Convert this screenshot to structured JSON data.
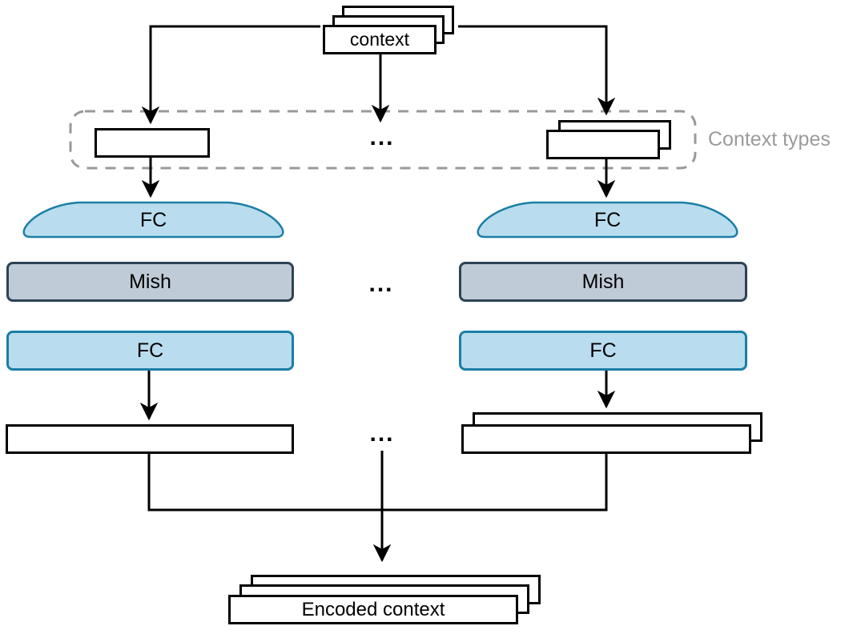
{
  "diagram": {
    "context_stack": {
      "label": "context"
    },
    "context_types_group": {
      "label": "Context types"
    },
    "ellipsis": "...",
    "left_branch": {
      "fc_top": "FC",
      "mish": "Mish",
      "fc_bottom": "FC"
    },
    "right_branch": {
      "fc_top": "FC",
      "mish": "Mish",
      "fc_bottom": "FC"
    },
    "encoded_context": {
      "label": "Encoded context"
    },
    "colors": {
      "fc_fill": "#b9ddee",
      "fc_stroke": "#1b7ea6",
      "mish_fill": "#bfccd8",
      "mish_stroke": "#2d4355",
      "dashed_border": "#999999",
      "muted_text": "#9b9b9b",
      "line": "#000000",
      "box_fill": "#ffffff"
    }
  }
}
